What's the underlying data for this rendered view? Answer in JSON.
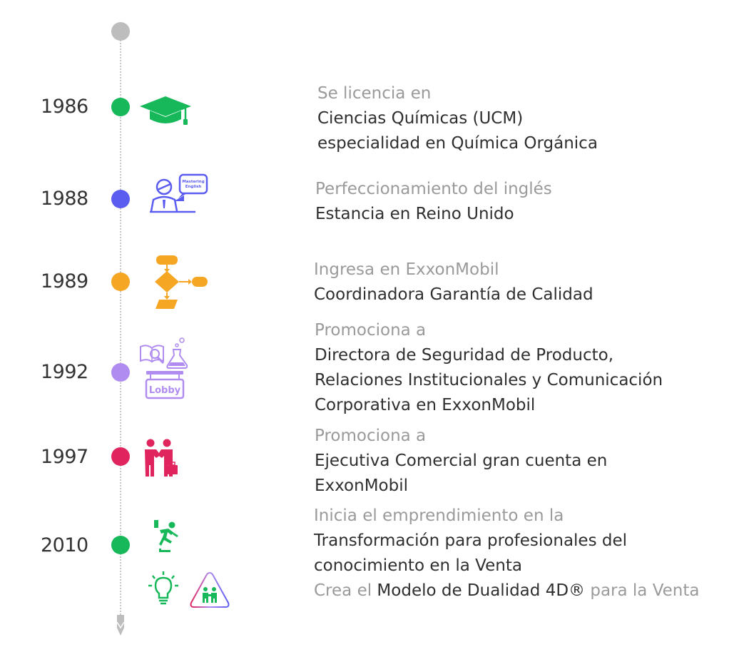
{
  "colors": {
    "line": "#c8c8c8",
    "start_dot": "#bdbdbd",
    "green": "#17b85a",
    "blue": "#5b5cf0",
    "orange": "#f5a623",
    "lilac": "#b08cf0",
    "crimson": "#e0245e",
    "subtitle_text": "#9a9a9a",
    "main_text": "#2f2f2f"
  },
  "events": [
    {
      "year": "1986",
      "dot_color": "green",
      "icon": "graduation-cap-icon",
      "subtitle": "Se licencia en",
      "lines": [
        "Ciencias Químicas (UCM)",
        "especialidad en Química Orgánica"
      ]
    },
    {
      "year": "1988",
      "dot_color": "blue",
      "icon": "english-teacher-icon",
      "icon_text": [
        "Mastering",
        "English"
      ],
      "subtitle": "Perfeccionamiento del inglés",
      "lines": [
        "Estancia en Reino Unido"
      ]
    },
    {
      "year": "1989",
      "dot_color": "orange",
      "icon": "flowchart-icon",
      "subtitle": "Ingresa en ExxonMobil",
      "lines": [
        "Coordinadora Garantía de Calidad"
      ]
    },
    {
      "year": "1992",
      "dot_color": "lilac",
      "icon": "lobby-research-icon",
      "icon_text": [
        "Lobby"
      ],
      "subtitle": "Promociona a",
      "lines": [
        "Directora de Seguridad de Producto,",
        "Relaciones Institucionales y Comunicación",
        "Corporativa en ExxonMobil"
      ]
    },
    {
      "year": "1997",
      "dot_color": "crimson",
      "icon": "handshake-icon",
      "subtitle": "Promociona a",
      "lines": [
        "Ejecutiva Comercial gran cuenta en",
        "ExxonMobil"
      ]
    },
    {
      "year": "2010",
      "dot_color": "green",
      "icon": "running-exit-icon",
      "subtitle": "Inicia el emprendimiento en la",
      "lines": [
        "Transformación para profesionales del",
        "conocimiento en la Venta"
      ],
      "extra": {
        "prefix": "Crea el",
        "main": "Modelo de Dualidad 4D®",
        "suffix": "para la Venta",
        "icons": [
          "lightbulb-icon",
          "dual-people-triangle-icon"
        ]
      }
    }
  ]
}
